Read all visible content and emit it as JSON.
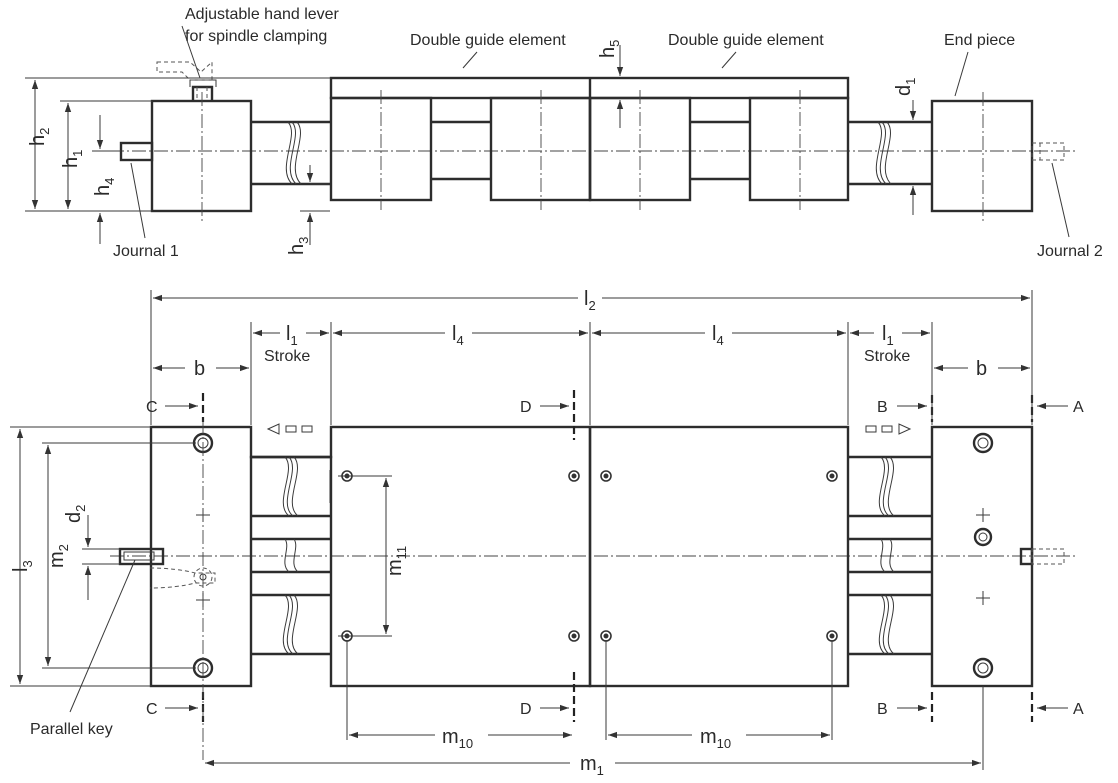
{
  "labels": {
    "lever_line1": "Adjustable hand lever",
    "lever_line2": "for spindle clamping",
    "guide_left": "Double guide element",
    "guide_right": "Double guide element",
    "end_piece": "End piece",
    "journal1": "Journal 1",
    "journal2": "Journal 2",
    "parallel_key": "Parallel key",
    "stroke_left": "Stroke",
    "stroke_right": "Stroke"
  },
  "dimensions": {
    "h2": {
      "base": "h",
      "sub": "2"
    },
    "h1": {
      "base": "h",
      "sub": "1"
    },
    "h4": {
      "base": "h",
      "sub": "4"
    },
    "h3": {
      "base": "h",
      "sub": "3"
    },
    "h5": {
      "base": "h",
      "sub": "5"
    },
    "d1": {
      "base": "d",
      "sub": "1"
    },
    "d2": {
      "base": "d",
      "sub": "2"
    },
    "l2": {
      "base": "l",
      "sub": "2"
    },
    "l1_left": {
      "base": "l",
      "sub": "1"
    },
    "l1_right": {
      "base": "l",
      "sub": "1"
    },
    "l4_left": {
      "base": "l",
      "sub": "4"
    },
    "l4_right": {
      "base": "l",
      "sub": "4"
    },
    "l3": {
      "base": "l",
      "sub": "3"
    },
    "m2": {
      "base": "m",
      "sub": "2"
    },
    "m11": {
      "base": "m",
      "sub": "11"
    },
    "m10_left": {
      "base": "m",
      "sub": "10"
    },
    "m10_right": {
      "base": "m",
      "sub": "10"
    },
    "m1": {
      "base": "m",
      "sub": "1"
    },
    "b_left": "b",
    "b_right": "b"
  },
  "sections": {
    "c_top": "C",
    "c_bottom": "C",
    "d_top": "D",
    "d_bottom": "D",
    "b_top": "B",
    "b_bottom": "B",
    "a_top": "A",
    "a_bottom": "A"
  }
}
